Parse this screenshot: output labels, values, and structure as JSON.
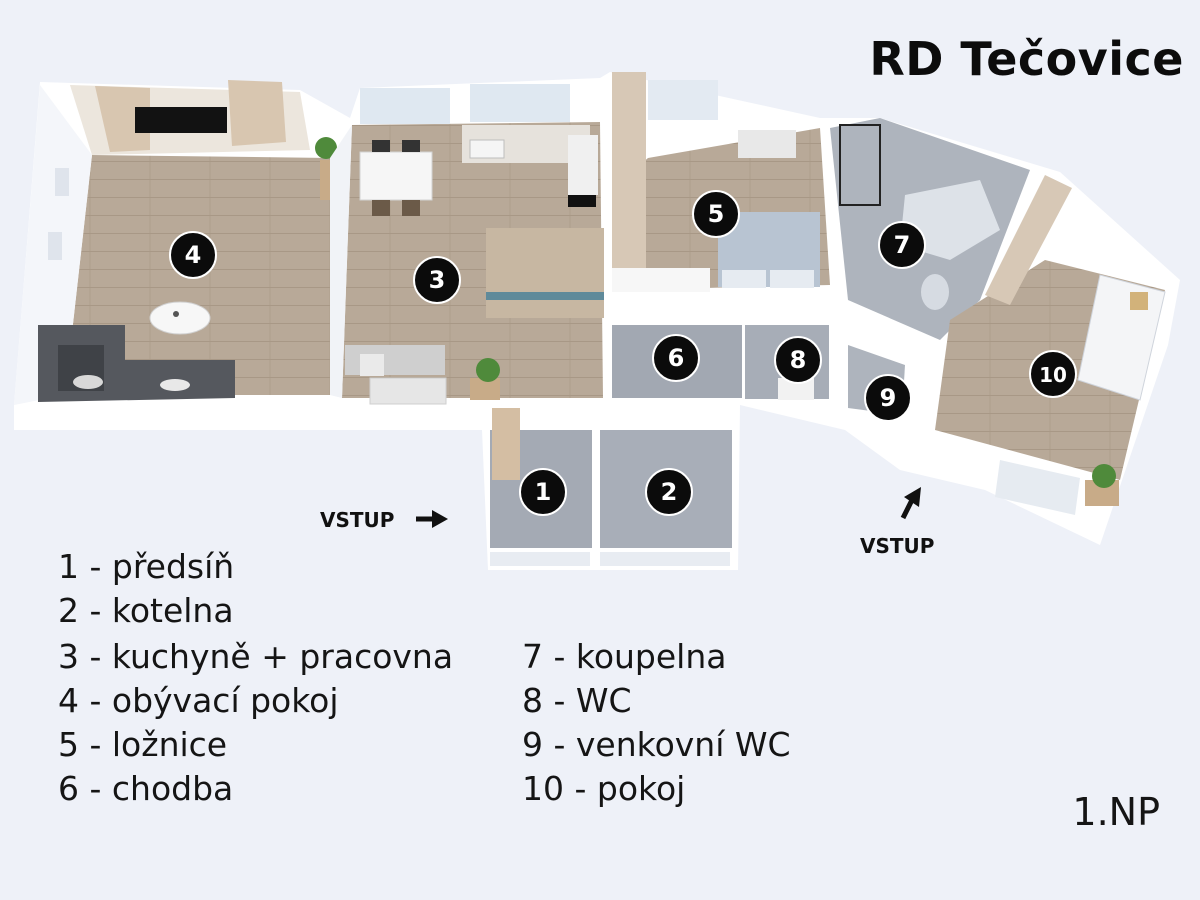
{
  "title": "RD Tečovice",
  "floor_label": "1.NP",
  "entrances": {
    "left": "VSTUP",
    "right": "VSTUP"
  },
  "room_markers": [
    "1",
    "2",
    "3",
    "4",
    "5",
    "6",
    "7",
    "8",
    "9",
    "10"
  ],
  "legend": [
    "1 - předsíň",
    "2 - kotelna",
    "3 - kuchyně + pracovna",
    "4 - obývací pokoj",
    "5 - ložnice",
    "6 - chodba",
    "7 - koupelna",
    "8 - WC",
    "9 - venkovní WC",
    "10 - pokoj"
  ],
  "colors": {
    "background": "#eef1f8",
    "wall": "#ffffff",
    "wood_floor": "#b9aa9a",
    "tile_floor": "#a3a9b3",
    "marker": "#0b0b0b"
  }
}
